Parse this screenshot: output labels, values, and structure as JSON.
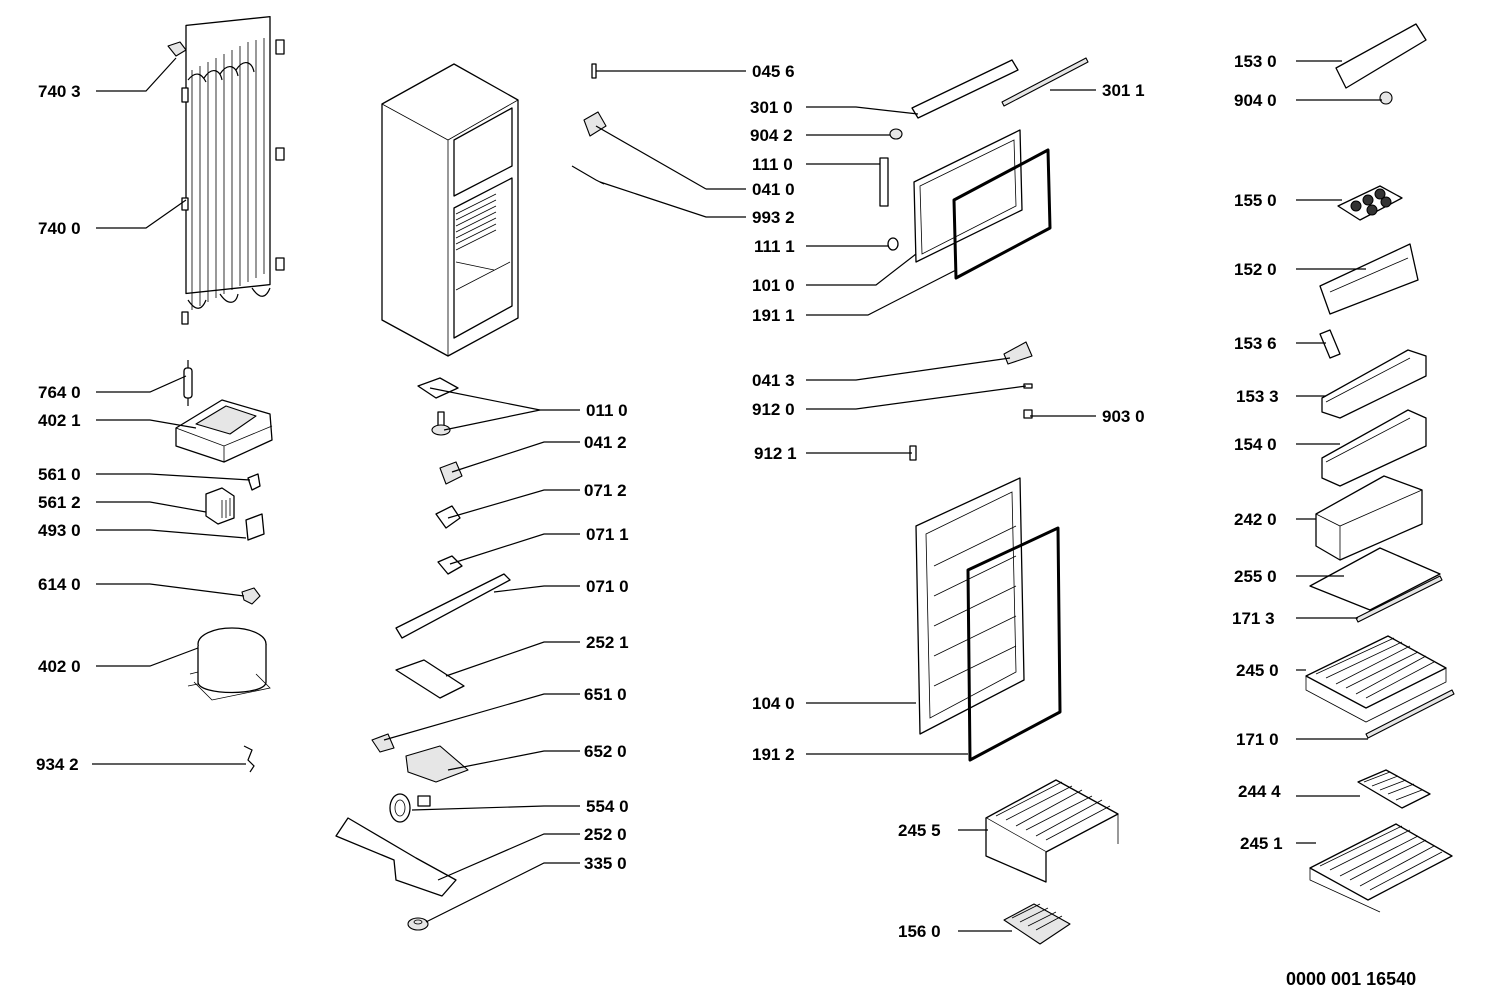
{
  "document_id": "0000 001 16540",
  "labels": {
    "p7403": "740 3",
    "p7400": "740 0",
    "p7640": "764 0",
    "p4021": "402 1",
    "p5610": "561 0",
    "p5612": "561 2",
    "p4930": "493 0",
    "p6140": "614 0",
    "p4020": "402 0",
    "p9342": "934 2",
    "p0110": "011 0",
    "p0412": "041 2",
    "p0712": "071 2",
    "p0711": "071 1",
    "p0710": "071 0",
    "p2521": "252 1",
    "p6510": "651 0",
    "p6520": "652 0",
    "p5540": "554 0",
    "p2520": "252 0",
    "p3350": "335 0",
    "p0456": "045 6",
    "p3010": "301 0",
    "p9042": "904 2",
    "p1110": "111 0",
    "p0410": "041 0",
    "p9932": "993 2",
    "p1111": "111 1",
    "p1010": "101 0",
    "p1911": "191 1",
    "p0413": "041 3",
    "p9120": "912 0",
    "p9121": "912 1",
    "p1040": "104 0",
    "p1912": "191 2",
    "p2455": "245 5",
    "p1560": "156 0",
    "p3011": "301 1",
    "p9030": "903 0",
    "p1530": "153 0",
    "p9040": "904 0",
    "p1550": "155 0",
    "p1520": "152 0",
    "p1536": "153 6",
    "p1533": "153 3",
    "p1540": "154 0",
    "p2420": "242 0",
    "p2550": "255 0",
    "p1713": "171 3",
    "p2450": "245 0",
    "p1710": "171 0",
    "p2444": "244 4",
    "p2451": "245 1"
  }
}
